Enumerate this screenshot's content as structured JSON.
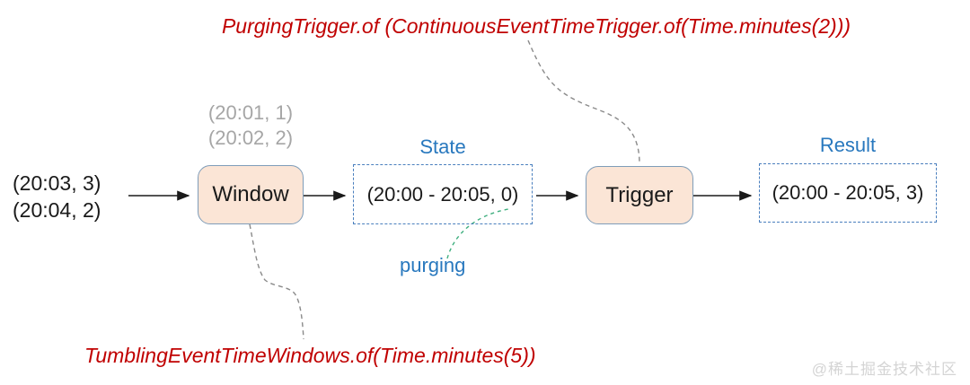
{
  "annotations": {
    "trigger_code": "PurgingTrigger.of (ContinuousEventTimeTrigger.of(Time.minutes(2)))",
    "window_code": "TumblingEventTimeWindows.of(Time.minutes(5))"
  },
  "events": {
    "buffered": [
      "(20:01, 1)",
      "(20:02, 2)"
    ],
    "incoming": [
      "(20:03, 3)",
      "(20:04, 2)"
    ]
  },
  "nodes": {
    "window_label": "Window",
    "trigger_label": "Trigger",
    "state_label": "State",
    "state_value": "(20:00 - 20:05, 0)",
    "result_label": "Result",
    "result_value": "(20:00 - 20:05, 3)",
    "purging_label": "purging"
  },
  "watermark": "@稀土掘金技术社区",
  "colors": {
    "code_red": "#c00000",
    "label_blue": "#2878be",
    "node_fill": "#fbe5d6",
    "node_border": "#7f9db9",
    "dashed_box_border": "#4a7fbe",
    "gray_text": "#a6a6a6",
    "connector_gray": "#8a8a8a",
    "purging_green": "#3faf7f",
    "watermark_gray": "#d4d4d4"
  }
}
